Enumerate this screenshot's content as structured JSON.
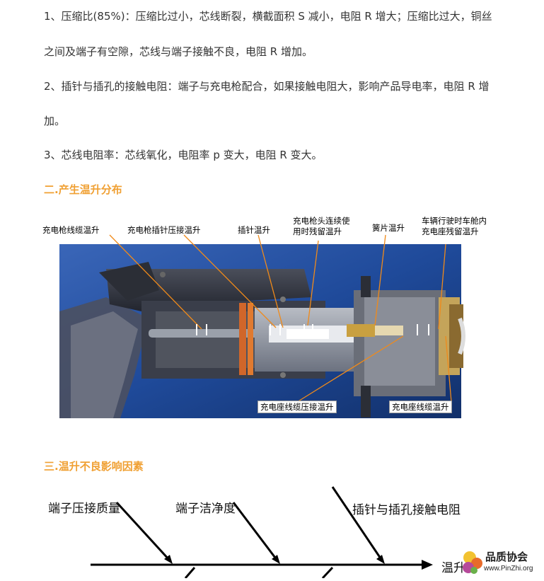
{
  "paragraphs": [
    {
      "line1": "1、压缩比(85%)：压缩比过小，芯线断裂，横截面积 S 减小，电阻 R 增大；压缩比过大，铜丝",
      "line2": "之间及端子有空隙，芯线与端子接触不良，电阻 R 增加。"
    },
    {
      "line1": "2、插针与插孔的接触电阻：端子与充电枪配合，如果接触电阻大，影响产品导电率，电阻 R 增",
      "line2": "加。"
    },
    {
      "line1": "3、芯线电阻率：芯线氧化，电阻率 p 变大，电阻 R 变大。"
    }
  ],
  "headings": {
    "section2": "二.产生温升分布",
    "section3": "三.温升不良影响因素"
  },
  "figure": {
    "labels": {
      "cable": "充电枪线缆温升",
      "crimp": "充电枪插针压接温升",
      "pin": "插针温升",
      "residual_line1": "充电枪头连续使",
      "residual_line2": "用时残留温升",
      "reed": "簧片温升",
      "vehicle_line1": "车辆行驶时车舱内",
      "vehicle_line2": "充电座残留温升",
      "socket_crimp": "充电座线缆压接温升",
      "socket_cable": "充电座线缆温升"
    }
  },
  "fishbone": {
    "causes": [
      "端子压接质量",
      "端子洁净度",
      "插针与插孔接触电阻"
    ],
    "effect": "温升"
  },
  "watermark": {
    "name": "品质协会",
    "url": "www.PinZhi.org"
  }
}
